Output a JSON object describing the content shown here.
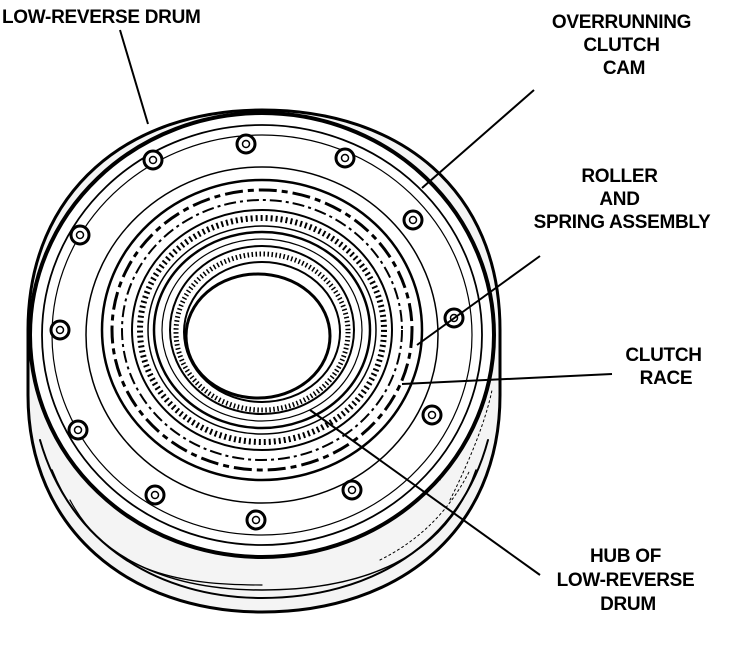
{
  "labels": {
    "low_reverse_drum": [
      "LOW-REVERSE DRUM"
    ],
    "overrunning_clutch_cam": [
      "OVERRUNNING",
      "CLUTCH",
      "CAM"
    ],
    "roller_spring_assembly": [
      "ROLLER",
      "AND",
      "SPRING ASSEMBLY"
    ],
    "clutch_race": [
      "CLUTCH",
      "RACE"
    ],
    "hub_of_low_reverse_drum": [
      "HUB OF",
      "LOW-REVERSE",
      "DRUM"
    ]
  },
  "colors": {
    "ink": "#000000",
    "paper": "#ffffff"
  }
}
